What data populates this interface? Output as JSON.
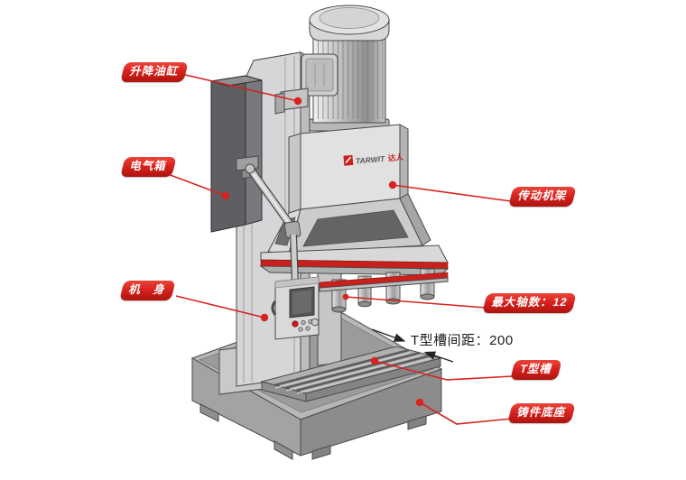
{
  "colors": {
    "label_red": "#d7231f",
    "accent_red": "#c9201c",
    "text_dark": "#1b1b1b"
  },
  "labels": [
    {
      "id": "lifting-oil-cylinder",
      "text": "升降油缸"
    },
    {
      "id": "electrical-box",
      "text": "电气箱"
    },
    {
      "id": "machine-body",
      "text": "机　身"
    },
    {
      "id": "transmission-frame",
      "text": "传动机架"
    },
    {
      "id": "max-spindle-count",
      "text": "最大轴数：12"
    },
    {
      "id": "t-slot",
      "text": "T型槽"
    },
    {
      "id": "casting-base",
      "text": "铸件底座"
    }
  ],
  "dimension_note": {
    "text": "T型槽间距：200"
  },
  "logo": {
    "brand": "TARWIT",
    "suffix": "达人"
  }
}
